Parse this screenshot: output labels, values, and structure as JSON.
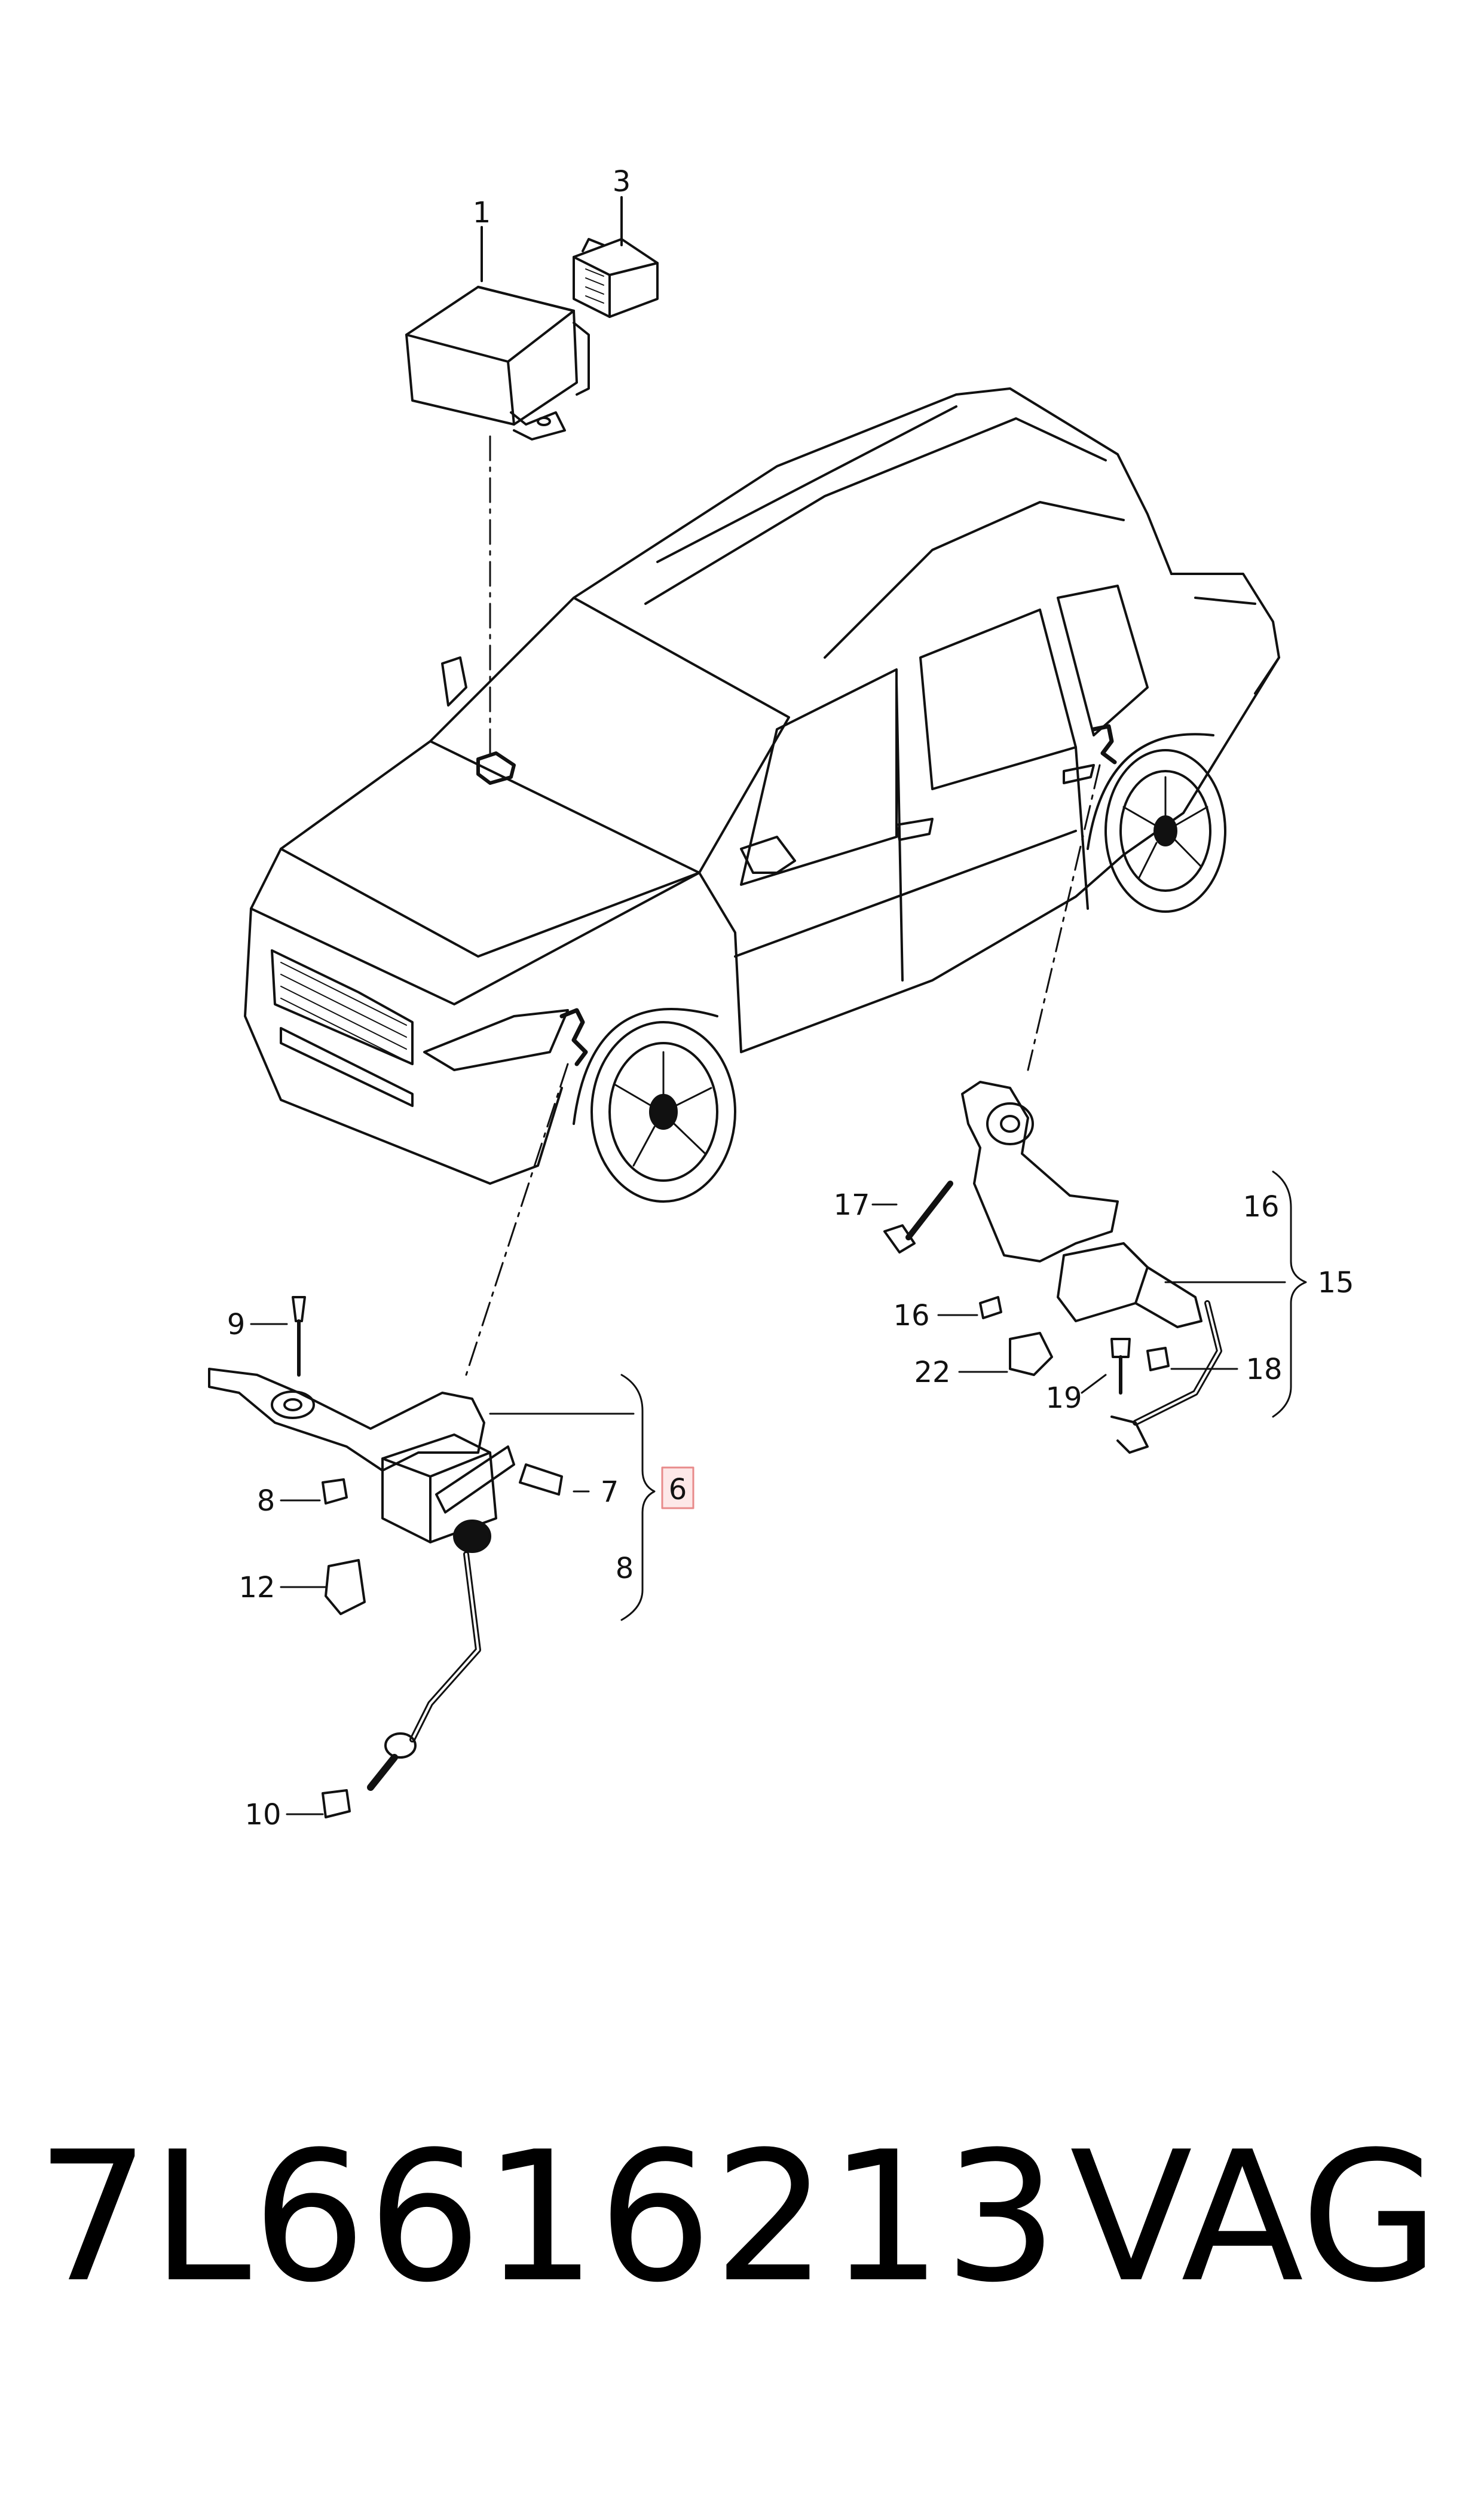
{
  "callouts": {
    "c1": "1",
    "c3": "3",
    "c6": "6",
    "c7": "7",
    "c8a": "8",
    "c8b": "8",
    "c9": "9",
    "c10": "10",
    "c12": "12",
    "c15": "15",
    "c16a": "16",
    "c16b": "16",
    "c17": "17",
    "c18": "18",
    "c19": "19",
    "c22": "22"
  },
  "footer": {
    "part_number": "7L6616213",
    "brand": "VAG"
  },
  "highlight_color": "#e88a8a"
}
